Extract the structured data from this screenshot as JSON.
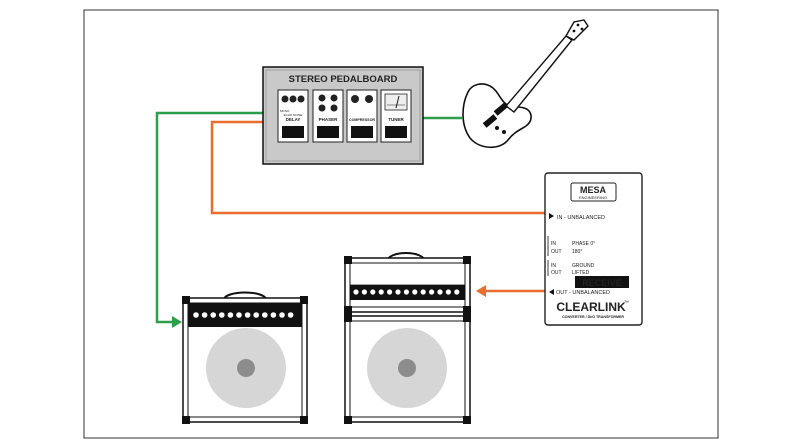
{
  "pedalboard": {
    "title": "STEREO PEDALBOARD",
    "pedals": [
      {
        "name": "DELAY",
        "top_text": "MONO",
        "sub_text": "ECHO NOISE"
      },
      {
        "name": "PHASER",
        "top_text": "",
        "sub_text": ""
      },
      {
        "name": "COMPRESSOR",
        "top_text": "",
        "sub_text": ""
      },
      {
        "name": "TUNER",
        "top_text": "",
        "sub_text": ""
      }
    ]
  },
  "device": {
    "logo_line1": "MESA",
    "logo_line2": "ENGINEERING",
    "in_unbalanced": "IN - UNBALANCED",
    "in_label_1": "IN",
    "out_label_1": "OUT",
    "phase_label": "PHASE 0°",
    "phase_label_2": "180°",
    "in_label_2": "IN",
    "out_label_2": "OUT",
    "ground_label": "GROUND",
    "lifted_label": "LIFTED",
    "mode": "RECEIVE",
    "out_unbalanced": "OUT - UNBALANCED",
    "brand": "CLEARLINK",
    "brand_mark": "™",
    "subtitle": "CONVERTER / DI/O TRANSFORMER"
  },
  "colors": {
    "green_cable": "#2e9e4a",
    "orange_cable": "#e86d2f",
    "panel": "#c9c9c9",
    "outline": "#111111",
    "speaker": "#d6d6d6"
  }
}
